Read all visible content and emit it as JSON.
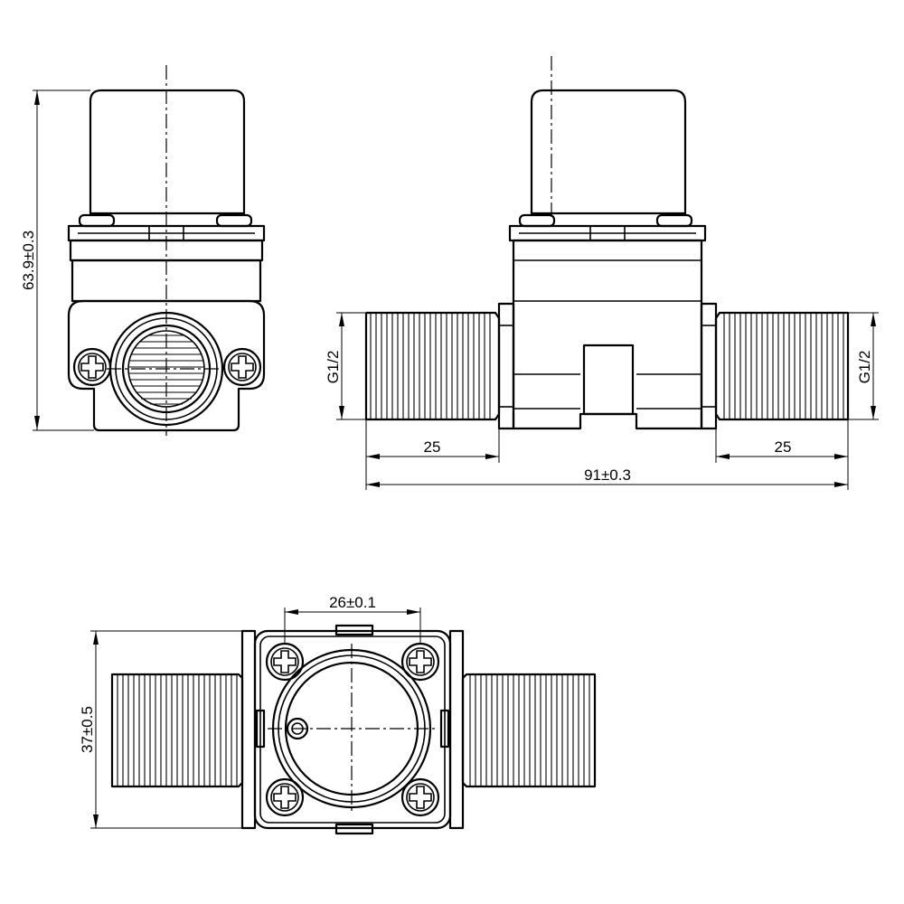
{
  "dimensions": {
    "height_front": "63.9±0.3",
    "thread_left": "G1/2",
    "thread_right": "G1/2",
    "length_left": "25",
    "length_right": "25",
    "overall_length": "91±0.3",
    "screw_spacing": "26±0.1",
    "width_top": "37±0.5"
  }
}
